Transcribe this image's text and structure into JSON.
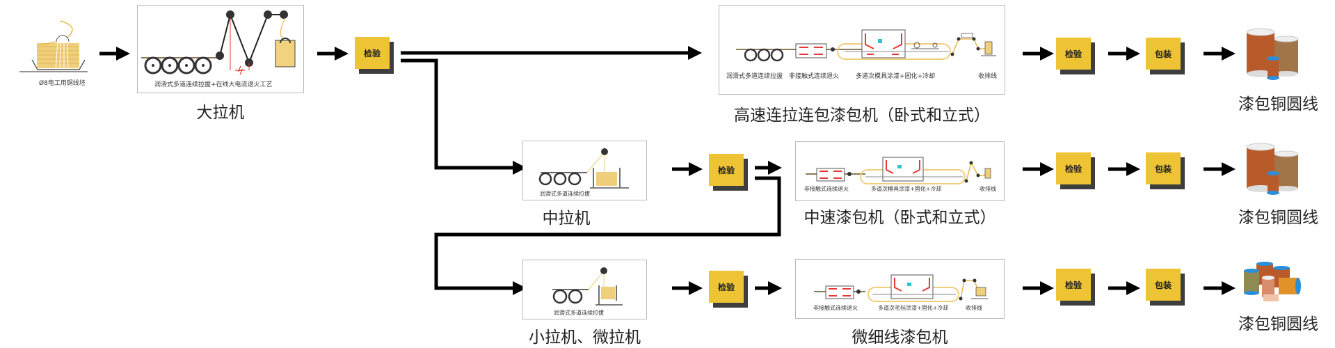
{
  "raw_material": {
    "label": "Ø8电工用铜线坯",
    "icon": "copper-rod-coil-icon"
  },
  "stages": {
    "big_drawing": {
      "title": "大拉机",
      "caption": "润滑式多道连续拉拔+在线大电流退火工艺"
    },
    "high_speed_enameling": {
      "title": "高速连拉连包漆包机（卧式和立式）",
      "captions": [
        "润滑式多道连续拉拔",
        "非接触式连续退火",
        "多道次模具涂漆+固化+冷却",
        "收排线"
      ]
    },
    "medium_drawing": {
      "title": "中拉机",
      "caption": "润滑式多道连续拉拔"
    },
    "medium_enameling": {
      "title": "中速漆包机（卧式和立式）",
      "captions": [
        "非接触式连续退火",
        "多道次模具涂漆+固化+冷却",
        "收排线"
      ]
    },
    "small_drawing": {
      "title": "小拉机、微拉机",
      "caption": "润滑式多道连续拉拔"
    },
    "fine_enameling": {
      "title": "微细线漆包机",
      "captions": [
        "非接触式连续退火",
        "多道次毛毡涂漆+固化+冷却",
        "收排线"
      ]
    }
  },
  "steps": {
    "inspect": "检验",
    "pack": "包装"
  },
  "products": [
    {
      "label": "漆包铜圆线",
      "icon": "enameled-wire-spools-icon"
    },
    {
      "label": "漆包铜圆线",
      "icon": "enameled-wire-spools-icon"
    },
    {
      "label": "漆包铜圆线",
      "icon": "enameled-wire-spools-multi-icon"
    }
  ],
  "colors": {
    "step_box": "#eec435",
    "step_shadow": "#3e3e3e",
    "arrow": "#000000",
    "wire": "#e8b84a",
    "heater": "#e53935",
    "copper": "#b85a2a"
  }
}
